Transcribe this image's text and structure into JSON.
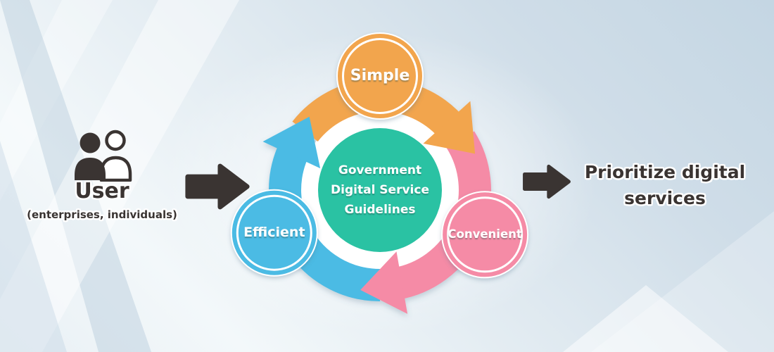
{
  "background": {
    "top_right_color": "#c4d6e3",
    "bottom_color": "#f3f8fa",
    "decoration": "diagonal translucent bands top-left and bottom-right"
  },
  "colors": {
    "dark": "#3a3432",
    "orange": "#f2a54e",
    "pink": "#f58ba6",
    "blue": "#4cbbe4",
    "teal": "#29c2a3",
    "white": "#ffffff"
  },
  "user": {
    "title": "User",
    "subtitle": "(enterprises, individuals)",
    "icon": "two-users-icon"
  },
  "flow": {
    "left_arrow_icon": "arrow-right-icon",
    "right_arrow_icon": "arrow-right-icon"
  },
  "cycle": {
    "direction": "clockwise",
    "center": {
      "line1": "Government",
      "line2": "Digital Service",
      "line3": "Guidelines",
      "color": "#29c2a3"
    },
    "nodes": [
      {
        "label": "Simple",
        "color": "#f2a54e",
        "position": "top"
      },
      {
        "label": "Convenient",
        "color": "#f58ba6",
        "position": "bottom-right"
      },
      {
        "label": "Efficient",
        "color": "#4cbbe4",
        "position": "bottom-left"
      }
    ]
  },
  "outcome": {
    "line1": "Prioritize digital",
    "line2": "services"
  }
}
